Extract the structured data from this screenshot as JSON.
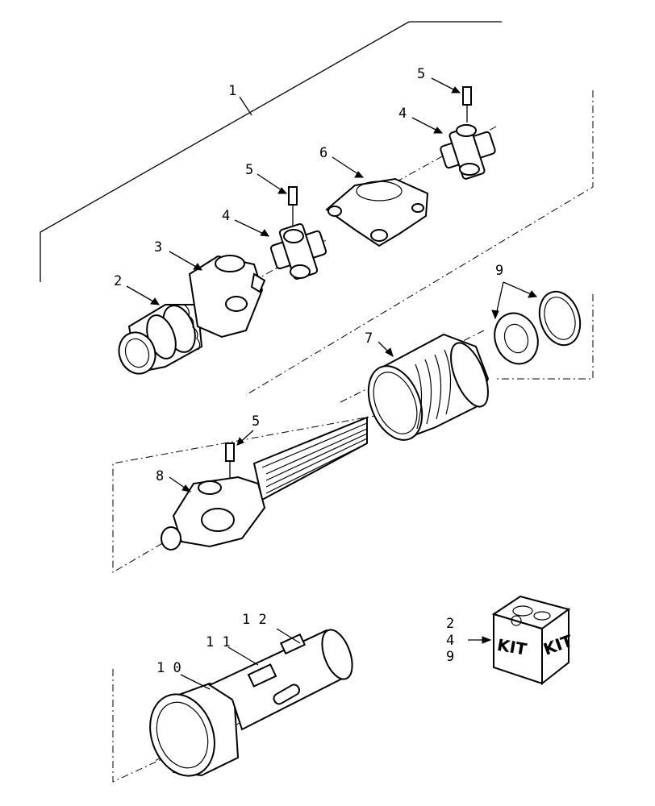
{
  "callouts": [
    {
      "id": "c1",
      "text": "1"
    },
    {
      "id": "c2",
      "text": "2"
    },
    {
      "id": "c3",
      "text": "3"
    },
    {
      "id": "c4a",
      "text": "4"
    },
    {
      "id": "c4b",
      "text": "4"
    },
    {
      "id": "c5a",
      "text": "5"
    },
    {
      "id": "c5b",
      "text": "5"
    },
    {
      "id": "c5c",
      "text": "5"
    },
    {
      "id": "c6",
      "text": "6"
    },
    {
      "id": "c7",
      "text": "7"
    },
    {
      "id": "c8",
      "text": "8"
    },
    {
      "id": "c9",
      "text": "9"
    },
    {
      "id": "c10",
      "text": "1 0"
    },
    {
      "id": "c11",
      "text": "1 1"
    },
    {
      "id": "c12",
      "text": "1 2"
    }
  ],
  "kit": {
    "label_left": "KIT",
    "label_right": "KIT",
    "items": [
      "2",
      "4",
      "9"
    ]
  }
}
